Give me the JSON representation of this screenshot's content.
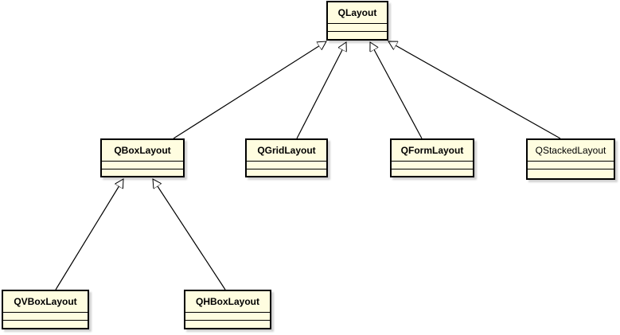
{
  "classes": {
    "qlayout": "QLayout",
    "qboxlayout": "QBoxLayout",
    "qgridlayout": "QGridLayout",
    "qformlayout": "QFormLayout",
    "qstackedlayout": "QStackedLayout",
    "qvboxlayout": "QVBoxLayout",
    "qhboxlayout": "QHBoxLayout"
  },
  "relationships": [
    {
      "type": "generalization",
      "from": "QBoxLayout",
      "to": "QLayout"
    },
    {
      "type": "generalization",
      "from": "QGridLayout",
      "to": "QLayout"
    },
    {
      "type": "generalization",
      "from": "QFormLayout",
      "to": "QLayout"
    },
    {
      "type": "generalization",
      "from": "QStackedLayout",
      "to": "QLayout"
    },
    {
      "type": "generalization",
      "from": "QVBoxLayout",
      "to": "QBoxLayout"
    },
    {
      "type": "generalization",
      "from": "QHBoxLayout",
      "to": "QBoxLayout"
    }
  ],
  "colors": {
    "box_fill": "#fffde0",
    "stroke": "#000000"
  }
}
